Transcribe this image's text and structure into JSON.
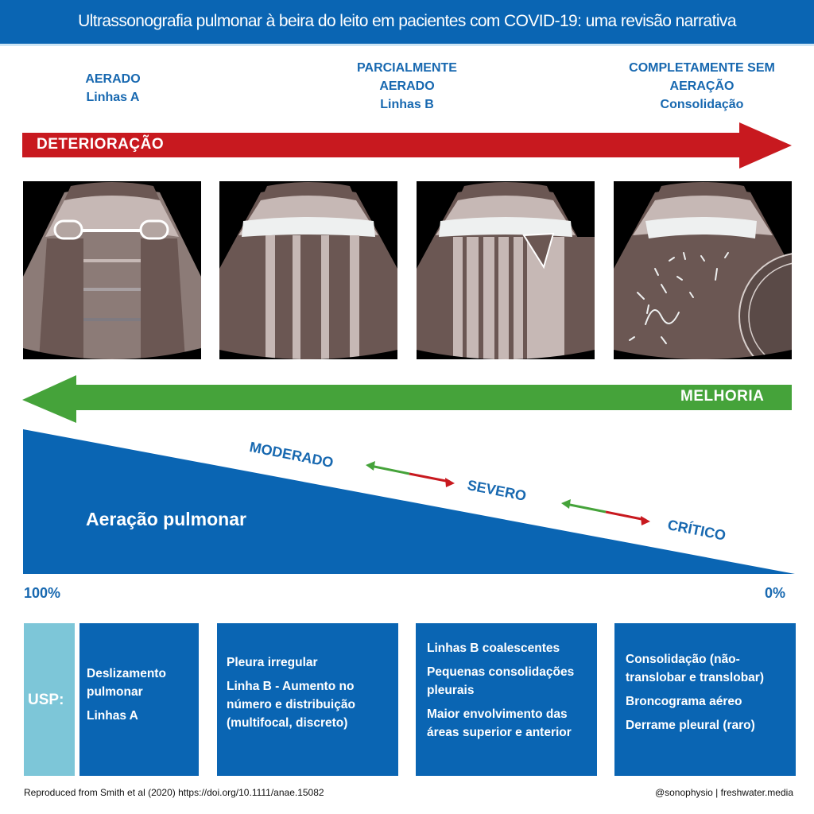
{
  "header": {
    "title": "Ultrassonografia pulmonar à beira do leito em pacientes com COVID-19: uma revisão narrativa"
  },
  "stages": [
    {
      "lines": [
        "AERADO",
        "Linhas A"
      ]
    },
    {
      "lines": [
        "PARCIALMENTE",
        "AERADO",
        "Linhas B"
      ]
    },
    {
      "lines": [
        "COMPLETAMENTE SEM",
        "AERAÇÃO",
        "Consolidação"
      ]
    }
  ],
  "arrows": {
    "deterioration": {
      "label": "DETERIORAÇÃO",
      "color": "#c8191f"
    },
    "improvement": {
      "label": "MELHORIA",
      "color": "#45a33a"
    }
  },
  "panels": [
    {
      "name": "a-lines-panel"
    },
    {
      "name": "b-lines-panel"
    },
    {
      "name": "coalescent-b-lines-panel"
    },
    {
      "name": "consolidation-panel"
    }
  ],
  "aeration": {
    "label": "Aeração pulmonar",
    "start_percent": "100%",
    "end_percent": "0%",
    "severity": [
      "MODERADO",
      "SEVERO",
      "CRÍTICO"
    ],
    "fill_color": "#0a65b3"
  },
  "findings": {
    "label": "USP:",
    "boxes": [
      [
        "Deslizamento pulmonar",
        "Linhas A"
      ],
      [
        "Pleura irregular",
        "Linha B - Aumento no número e distribuição (multifocal, discreto)"
      ],
      [
        "Linhas B coalescentes",
        "Pequenas consolidações pleurais",
        "Maior envolvimento das áreas superior e anterior"
      ],
      [
        "Consolidação (não-translobar e translobar)",
        "Broncograma aéreo",
        "Derrame pleural (raro)"
      ]
    ]
  },
  "footer": {
    "source": "Reproduced from Smith et al (2020) https://doi.org/10.1111/anae.15082",
    "credit": "@sonophysio | freshwater.media"
  }
}
